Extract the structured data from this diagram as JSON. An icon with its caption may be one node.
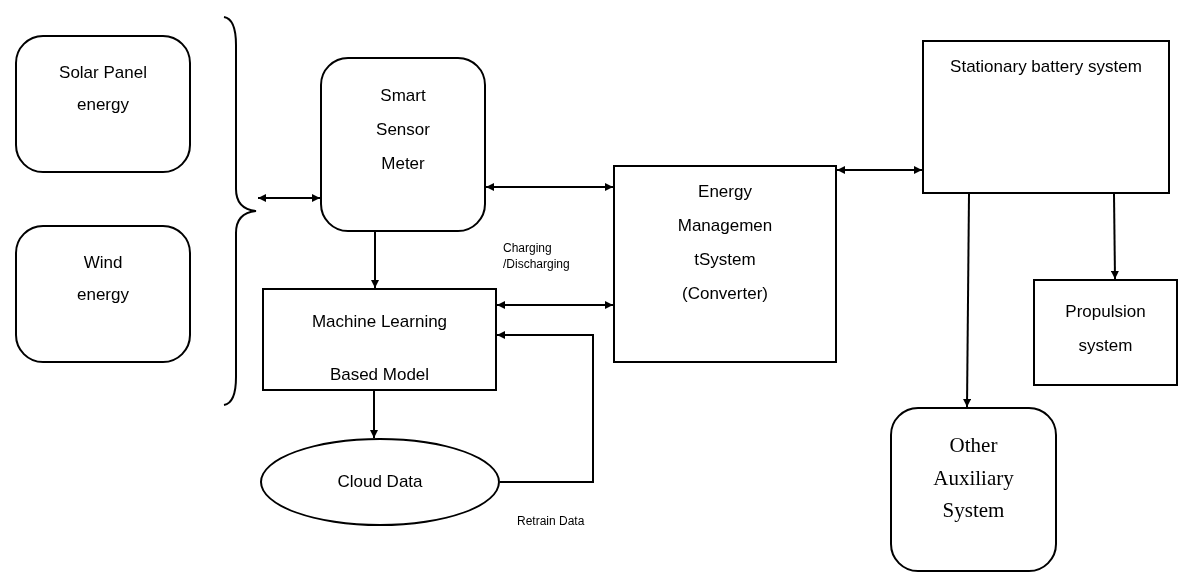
{
  "diagram": {
    "nodes": [
      {
        "text": [
          "Solar Panel energy"
        ]
      },
      {
        "text": [
          "Wind energy"
        ]
      },
      {
        "text": [],
        "shape": "bracket"
      },
      {
        "text": [
          "Smart Sensor Meter"
        ]
      },
      {
        "text": [
          "Machine Learning Based Model"
        ]
      },
      {
        "text": [
          "Cloud Data"
        ]
      },
      {
        "text": [
          "Energy Managemen tSystem (Converter)"
        ]
      },
      {
        "text": [
          "Stationary battery system"
        ]
      },
      {
        "text": [
          "Propulsion system"
        ]
      },
      {
        "text": [
          "Other Auxiliary System"
        ]
      }
    ],
    "edges": [
      {
        "from": 2,
        "to": 3,
        "arrow": "both"
      },
      {
        "from": 3,
        "to": 6,
        "arrow": "both"
      },
      {
        "from": 3,
        "to": 4,
        "arrow": "to"
      },
      {
        "from": 4,
        "to": 6,
        "arrow": "both"
      },
      {
        "from": 4,
        "to": 5,
        "arrow": "to"
      },
      {
        "from": 5,
        "to": 4,
        "arrow": "to"
      },
      {
        "from": 6,
        "to": 7,
        "arrow": "both"
      },
      {
        "from": 7,
        "to": 9,
        "arrow": "to"
      },
      {
        "from": 7,
        "to": 8,
        "arrow": "to"
      }
    ],
    "labels": [
      "Charging /Discharging",
      "Retrain Data"
    ]
  }
}
